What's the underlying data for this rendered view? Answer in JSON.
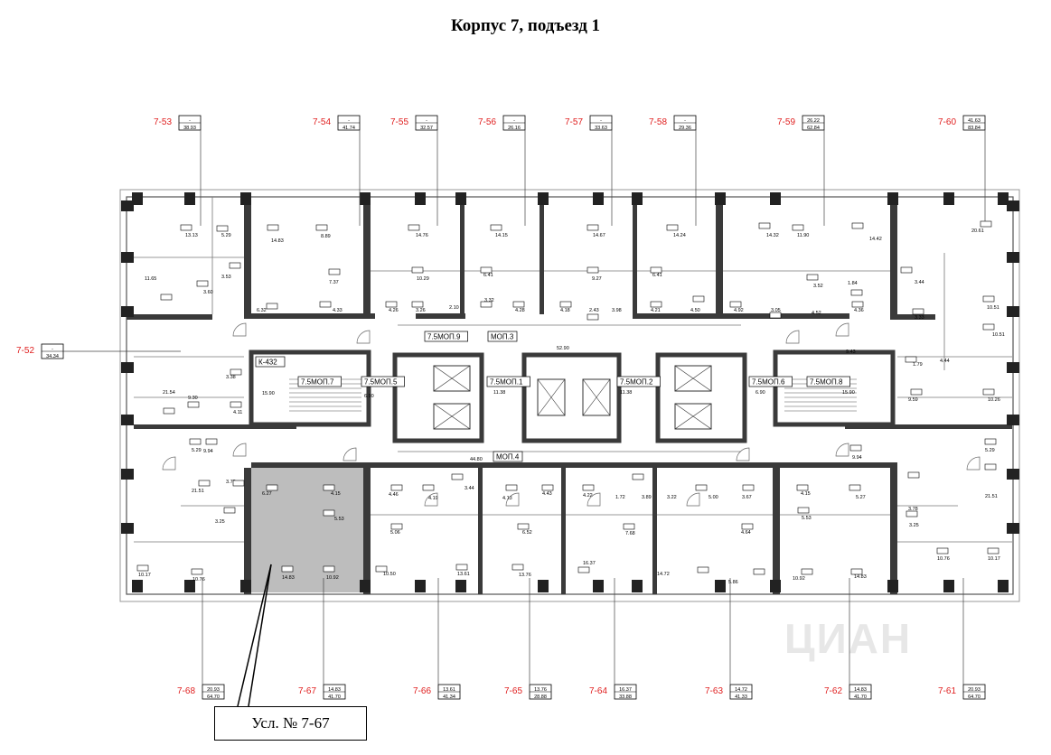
{
  "title": "Корпус 7, подъезд 1",
  "caption": "Усл. № 7-67",
  "watermark": "ЦИАН",
  "colors": {
    "unit_id": "#e02020",
    "walls": "#3a3a3a",
    "highlight": "#bdbdbd",
    "columns": "#222222"
  },
  "units_top": [
    {
      "id": "7-53",
      "a": "-",
      "b": "38.93"
    },
    {
      "id": "7-54",
      "a": "-",
      "b": "41.74"
    },
    {
      "id": "7-55",
      "a": "-",
      "b": "32.57"
    },
    {
      "id": "7-56",
      "a": "-",
      "b": "26.16"
    },
    {
      "id": "7-57",
      "a": "-",
      "b": "33.63"
    },
    {
      "id": "7-58",
      "a": "-",
      "b": "29.36"
    },
    {
      "id": "7-59",
      "a": "26.22",
      "b": "62.84"
    },
    {
      "id": "7-60",
      "a": "41.63",
      "b": "83.84"
    }
  ],
  "unit_left": {
    "id": "7-52",
    "a": "-",
    "b": "34.34"
  },
  "units_bottom": [
    {
      "id": "7-68",
      "a": "20.93",
      "b": "64.70"
    },
    {
      "id": "7-67",
      "a": "14.83",
      "b": "41.70"
    },
    {
      "id": "7-66",
      "a": "13.61",
      "b": "41.34"
    },
    {
      "id": "7-65",
      "a": "13.76",
      "b": "28.88"
    },
    {
      "id": "7-64",
      "a": "16.37",
      "b": "33.88"
    },
    {
      "id": "7-63",
      "a": "14.72",
      "b": "41.33"
    },
    {
      "id": "7-62",
      "a": "14.83",
      "b": "41.70"
    },
    {
      "id": "7-61",
      "a": "20.93",
      "b": "64.70"
    }
  ],
  "corridor_labels": [
    {
      "text": "К-432"
    },
    {
      "text": "7.5МОП.7"
    },
    {
      "text": "7.5МОП.5"
    },
    {
      "text": "7.5МОП.9"
    },
    {
      "text": "МОП.3"
    },
    {
      "text": "7.5МОП.1"
    },
    {
      "text": "7.5МОП.2"
    },
    {
      "text": "7.5МОП.6"
    },
    {
      "text": "7.5МОП.8"
    },
    {
      "text": "МОП.4"
    }
  ],
  "area_labels": [
    "13.13",
    "5.29",
    "14.83",
    "8.89",
    "14.76",
    "14.15",
    "14.67",
    "14.24",
    "14.32",
    "11.90",
    "14.42",
    "20.61",
    "11.65",
    "3.53",
    "3.60",
    "7.37",
    "10.29",
    "6.41",
    "9.27",
    "6.41",
    "3.52",
    "1.84",
    "3.44",
    "10.51",
    "6.32",
    "4.33",
    "4.26",
    "3.26",
    "2.10",
    "3.32",
    "4.28",
    "4.18",
    "2.43",
    "3.98",
    "4.21",
    "4.50",
    "4.92",
    "3.05",
    "4.52",
    "4.36",
    "3.33",
    "10.51",
    "52.90",
    "9.43",
    "4.44",
    "1.79",
    "3.38",
    "21.54",
    "9.30",
    "15.90",
    "6.90",
    "11.38",
    "11.38",
    "6.90",
    "15.90",
    "9.59",
    "10.26",
    "4.11",
    "5.29",
    "9.94",
    "44.80",
    "9.94",
    "5.29",
    "21.51",
    "3.78",
    "6.27",
    "4.15",
    "4.46",
    "4.19",
    "3.44",
    "4.13",
    "4.43",
    "4.22",
    "1.72",
    "3.89",
    "3.22",
    "5.00",
    "3.67",
    "4.15",
    "5.27",
    "3.78",
    "21.51",
    "5.53",
    "5.06",
    "6.52",
    "7.68",
    "4.64",
    "5.53",
    "3.25",
    "3.25",
    "10.17",
    "10.76",
    "14.83",
    "10.92",
    "10.50",
    "13.61",
    "13.76",
    "16.37",
    "14.72",
    "5.86",
    "10.92",
    "14.83",
    "10.76",
    "10.17"
  ]
}
